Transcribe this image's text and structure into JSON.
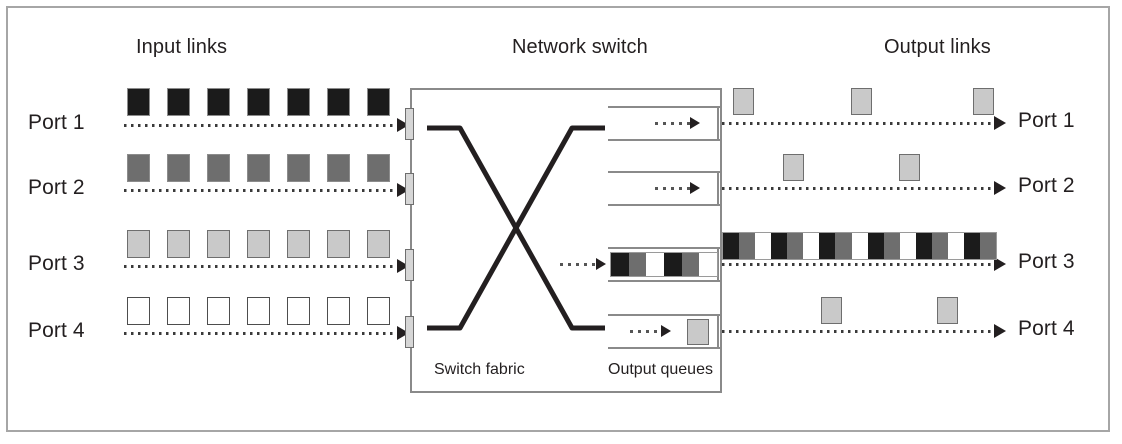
{
  "titles": {
    "input_links": "Input links",
    "network_switch": "Network switch",
    "output_links": "Output links"
  },
  "switch_inner_labels": {
    "switch_fabric": "Switch fabric",
    "output_queues": "Output queues"
  },
  "colors": {
    "black": "#1b1b1b",
    "gray": "#6e6e6e",
    "light_gray": "#c9c9c9",
    "white": "#ffffff",
    "frame": "#a6a6a6",
    "line": "#8a8a8a",
    "text": "#231f20"
  },
  "input_ports": [
    {
      "label": "Port 1",
      "packet_shade": "black",
      "packet_count": 7
    },
    {
      "label": "Port 2",
      "packet_shade": "gray",
      "packet_count": 7
    },
    {
      "label": "Port 3",
      "packet_shade": "light",
      "packet_count": 7
    },
    {
      "label": "Port 4",
      "packet_shade": "white",
      "packet_count": 7
    }
  ],
  "output_ports": [
    {
      "label": "Port 1",
      "style": "sparse",
      "packet_shade": "light",
      "packet_count": 3,
      "packet_offsets": [
        0,
        118,
        240
      ]
    },
    {
      "label": "Port 2",
      "style": "sparse",
      "packet_shade": "light",
      "packet_count": 2,
      "packet_offsets": [
        50,
        166
      ]
    },
    {
      "label": "Port 3",
      "style": "band",
      "band_cells": [
        "black",
        "gray",
        "white",
        "black",
        "gray",
        "white",
        "black",
        "gray",
        "white",
        "black",
        "gray",
        "white",
        "black",
        "gray",
        "white",
        "black",
        "gray"
      ]
    },
    {
      "label": "Port 4",
      "style": "sparse",
      "packet_shade": "light",
      "packet_count": 2,
      "packet_offsets": [
        88,
        204
      ]
    }
  ],
  "output_queues": [
    {
      "port": "Port 1",
      "occupancy": 0,
      "cells": []
    },
    {
      "port": "Port 2",
      "occupancy": 0,
      "cells": []
    },
    {
      "port": "Port 3",
      "occupancy": 6,
      "cells": [
        "black",
        "gray",
        "white",
        "black",
        "gray",
        "white"
      ]
    },
    {
      "port": "Port 4",
      "occupancy": 1,
      "cells": [
        "light"
      ]
    }
  ],
  "icons": {
    "arrow": "arrow-right-icon",
    "fabric": "switch-fabric-x-icon"
  }
}
